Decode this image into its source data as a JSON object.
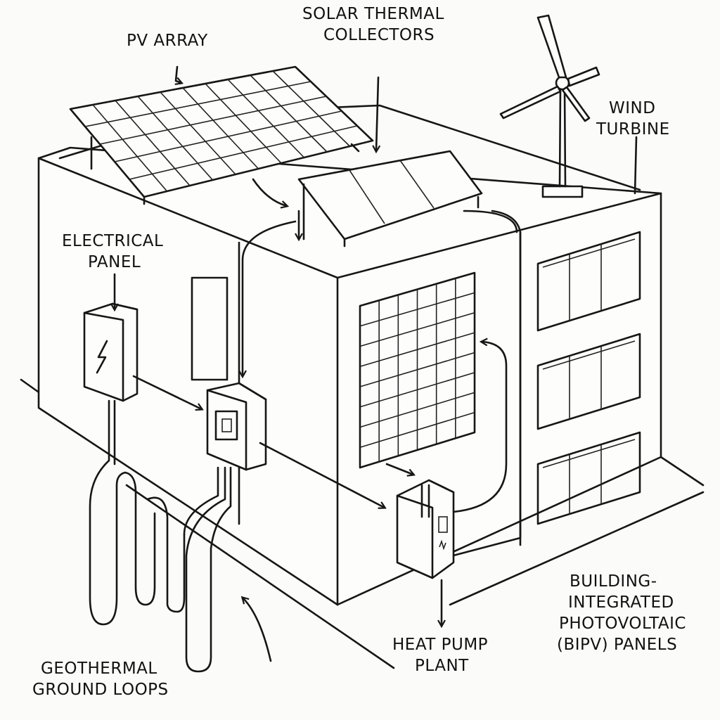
{
  "title": "Sustainable building energy systems diagram",
  "labels": {
    "pv_array": "PV ARRAY",
    "solar_thermal_1": "SOLAR THERMAL",
    "solar_thermal_2": "COLLECTORS",
    "wind_1": "WIND",
    "wind_2": "TURBINE",
    "electrical_1": "ELECTRICAL",
    "electrical_2": "PANEL",
    "bipv_1": "BUILDING-",
    "bipv_2": "INTEGRATED",
    "bipv_3": "PHOTOVOLTAIC",
    "bipv_4": "(BIPV) PANELS",
    "heatpump_1": "HEAT PUMP",
    "heatpump_2": "PLANT",
    "geo_1": "GEOTHERMAL",
    "geo_2": "GROUND LOOPS"
  },
  "colors": {
    "line": "#161616",
    "background": "#fbfbf9"
  }
}
